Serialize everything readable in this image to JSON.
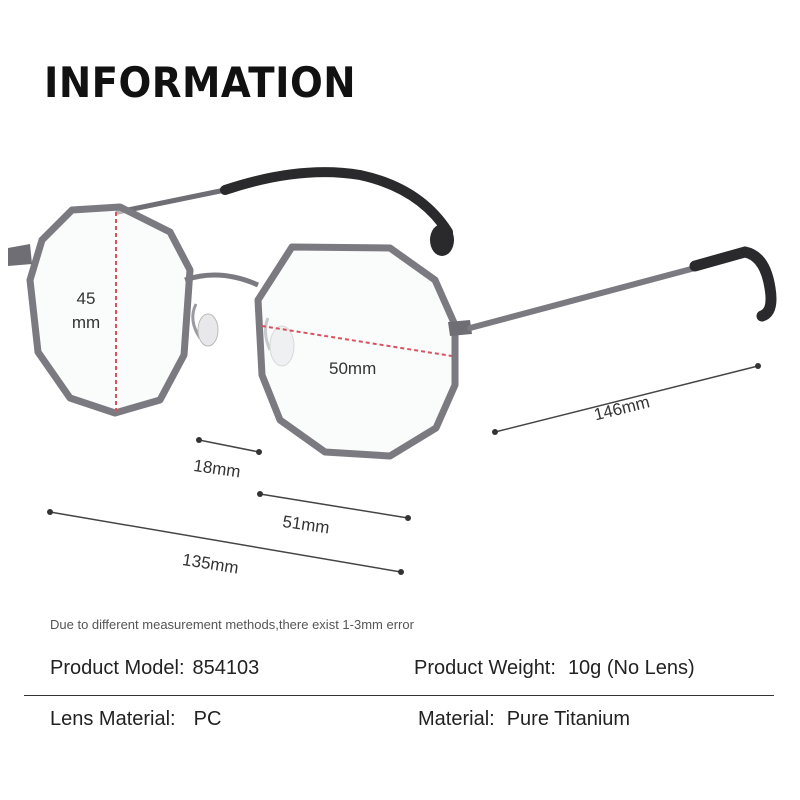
{
  "title": "INFORMATION",
  "dimensions": {
    "lens_height_value": "45",
    "lens_height_unit": "mm",
    "lens_width": "50mm",
    "temple_length": "146mm",
    "bridge_width": "18mm",
    "lens_total_width": "51mm",
    "frame_width": "135mm"
  },
  "note": "Due to different measurement methods,there exist 1-3mm error",
  "specs": {
    "model_label": "Product Model:",
    "model_value": "854103",
    "weight_label": "Product Weight:",
    "weight_value": "10g (No Lens)",
    "lens_material_label": "Lens Material:",
    "lens_material_value": "PC",
    "material_label": "Material:",
    "material_value": "Pure Titanium"
  },
  "colors": {
    "frame": "#7a7a80",
    "temple_tip": "#2a2a2c",
    "measure_red": "#d9535f",
    "measure_line": "#444444"
  }
}
